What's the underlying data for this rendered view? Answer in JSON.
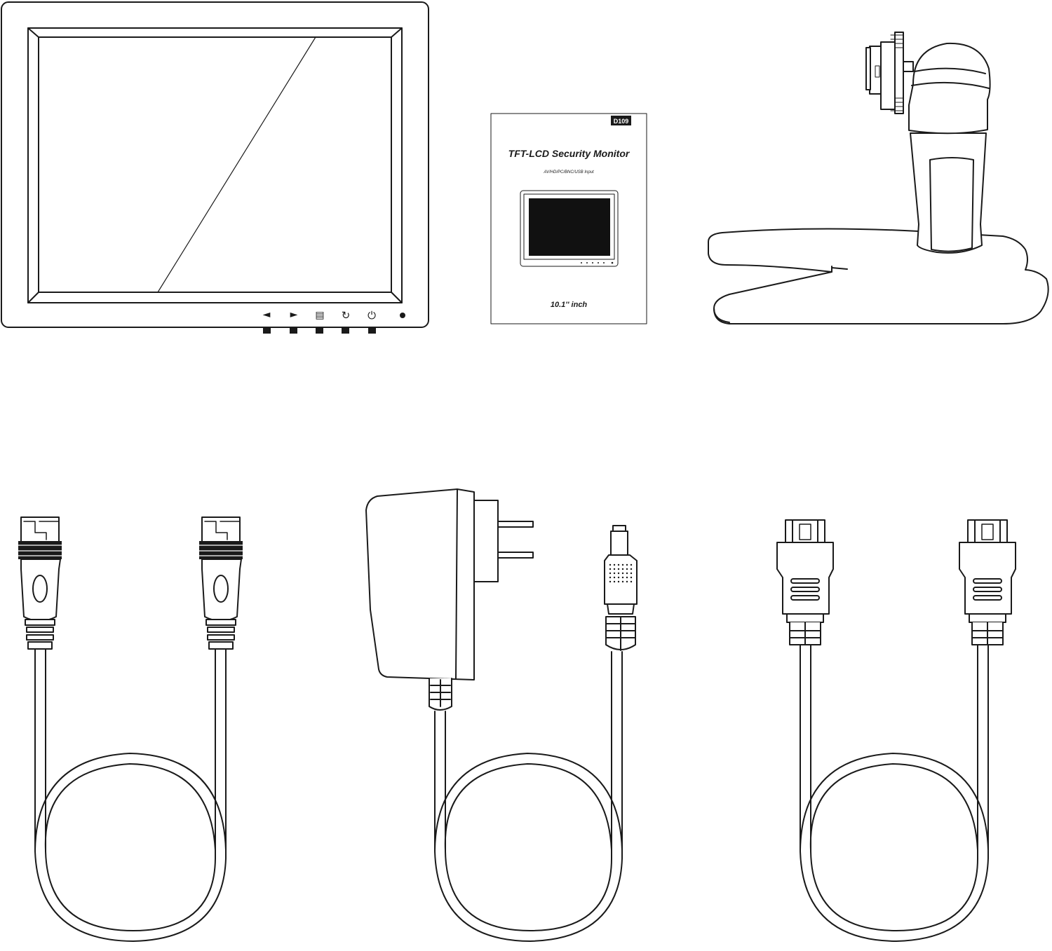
{
  "manual": {
    "badge": "D109",
    "title": "TFT-LCD Security Monitor",
    "subtitle": "AV/HD/PC/BNC/USB Input",
    "size": "10.1'' inch"
  },
  "monitor": {
    "buttons": [
      {
        "icon": "left-arrow-icon",
        "glyph": "◄"
      },
      {
        "icon": "right-arrow-icon",
        "glyph": "►"
      },
      {
        "icon": "menu-icon",
        "glyph": "▤"
      },
      {
        "icon": "source-cycle-icon",
        "glyph": "↻"
      },
      {
        "icon": "power-icon",
        "glyph": "⏻"
      }
    ],
    "indicator": "led-dot"
  },
  "colors": {
    "stroke": "#1a1a1a",
    "background": "#ffffff"
  }
}
